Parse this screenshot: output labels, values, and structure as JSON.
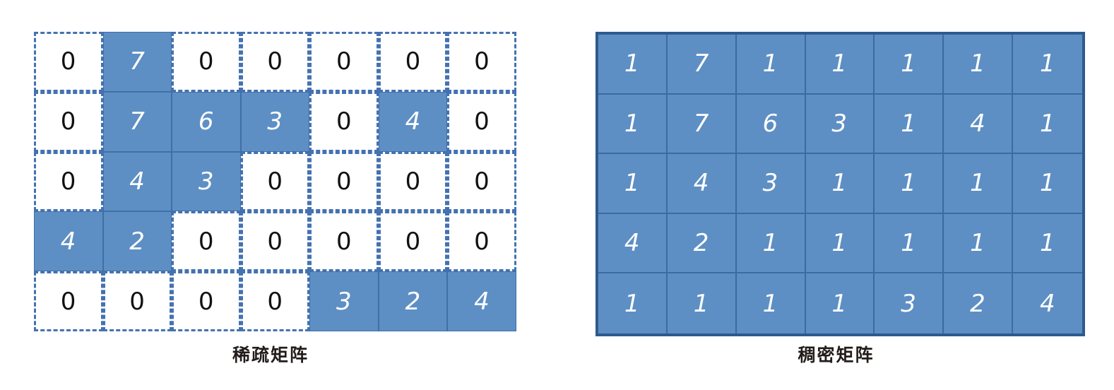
{
  "figure": {
    "title_left": "稀疏矩阵",
    "title_right": "稠密矩阵",
    "colors": {
      "cell_fill_blue": "#5d8fc4",
      "cell_border_dashed": "#4472b0",
      "grid_line_dark": "#3d6a9f",
      "outer_border": "#2e5a8e",
      "zero_text": "#111111",
      "value_text": "#ffffff",
      "caption_text": "#221c1a",
      "background": "#ffffff"
    }
  },
  "chart_data": [
    {
      "type": "heatmap",
      "title": "稀疏矩阵",
      "rows": 5,
      "cols": 7,
      "zero_label": "0",
      "legend": "white cells = zero entries (dashed outline); blue cells = non-zero stored entries",
      "values": [
        [
          0,
          7,
          0,
          0,
          0,
          0,
          0
        ],
        [
          0,
          7,
          6,
          3,
          0,
          4,
          0
        ],
        [
          0,
          4,
          3,
          0,
          0,
          0,
          0
        ],
        [
          4,
          2,
          0,
          0,
          0,
          0,
          0
        ],
        [
          0,
          0,
          0,
          0,
          3,
          2,
          4
        ]
      ],
      "highlighted": [
        [
          false,
          true,
          false,
          false,
          false,
          false,
          false
        ],
        [
          false,
          true,
          true,
          true,
          false,
          true,
          false
        ],
        [
          false,
          true,
          true,
          false,
          false,
          false,
          false
        ],
        [
          true,
          true,
          false,
          false,
          false,
          false,
          false
        ],
        [
          false,
          false,
          false,
          false,
          true,
          true,
          true
        ]
      ]
    },
    {
      "type": "heatmap",
      "title": "稠密矩阵",
      "rows": 5,
      "cols": 7,
      "legend": "all cells stored (uniform blue fill)",
      "values": [
        [
          1,
          7,
          1,
          1,
          1,
          1,
          1
        ],
        [
          1,
          7,
          6,
          3,
          1,
          4,
          1
        ],
        [
          1,
          4,
          3,
          1,
          1,
          1,
          1
        ],
        [
          4,
          2,
          1,
          1,
          1,
          1,
          1
        ],
        [
          1,
          1,
          1,
          1,
          3,
          2,
          4
        ]
      ]
    }
  ]
}
